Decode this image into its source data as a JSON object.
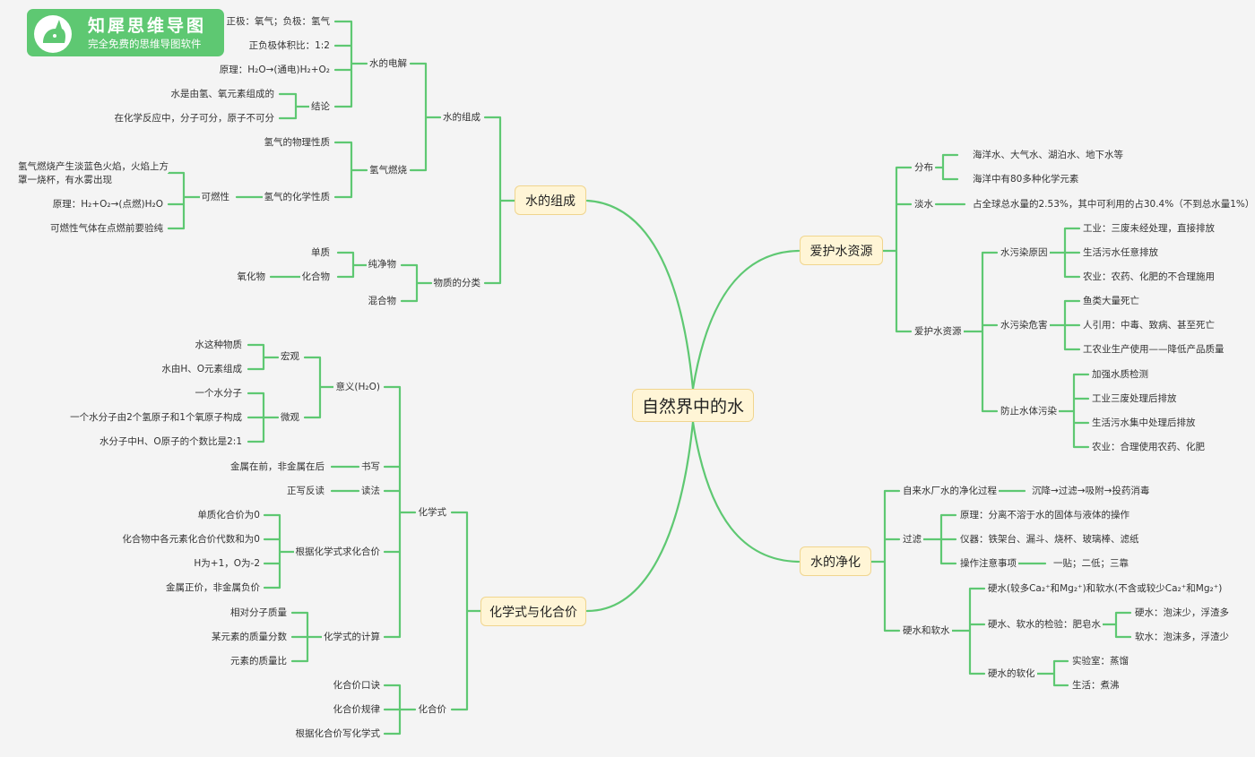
{
  "logo": {
    "title": "知犀思维导图",
    "subtitle": "完全免费的思维导图软件"
  },
  "colors": {
    "line": "#5ec872",
    "node_fill": "#fff5d6",
    "node_border": "#f0d58e",
    "background": "#f4f4f4"
  },
  "root": "自然界中的水",
  "branches": {
    "composition": {
      "label": "水的组成",
      "electrolysis": {
        "label": "水的电解",
        "items": [
          "正极：氧气；负极：氢气",
          "正负极体积比：1:2",
          "原理：H₂O→(通电)H₂+O₂"
        ],
        "conclusion": {
          "label": "结论",
          "items": [
            "水是由氢、氧元素组成的",
            "在化学反应中，分子可分，原子不可分"
          ]
        }
      },
      "sub_label": "水的组成",
      "hydrogen_burning": {
        "label": "氢气燃烧",
        "physical": "氢气的物理性质",
        "chemical": "氢气的化学性质",
        "flammability": {
          "label": "可燃性",
          "items": [
            "氢气燃烧产生淡蓝色火焰，火焰上方",
            "罩一烧杯，有水雾出现",
            "原理：H₂+O₂→(点燃)H₂O",
            "可燃性气体在点燃前要验纯"
          ]
        }
      },
      "classification": {
        "label": "物质的分类",
        "pure": "纯净物",
        "element": "单质",
        "compound": "化合物",
        "oxide": "氧化物",
        "mixture": "混合物"
      }
    },
    "formula": {
      "label": "化学式与化合价",
      "chemical_formula": {
        "label": "化学式",
        "meaning": {
          "label": "意义(H₂O)",
          "macro": {
            "label": "宏观",
            "items": [
              "水这种物质",
              "水由H、O元素组成"
            ]
          },
          "micro": {
            "label": "微观",
            "items": [
              "一个水分子",
              "一个水分子由2个氢原子和1个氧原子构成",
              "水分子中H、O原子的个数比是2:1"
            ]
          }
        },
        "writing": {
          "label": "书写",
          "item": "金属在前，非金属在后"
        },
        "reading": {
          "label": "读法",
          "item": "正写反读"
        },
        "valence_from_formula": {
          "label": "根据化学式求化合价",
          "items": [
            "单质化合价为0",
            "化合物中各元素化合价代数和为0",
            "H为+1，O为-2",
            "金属正价，非金属负价"
          ]
        },
        "calculation": {
          "label": "化学式的计算",
          "items": [
            "相对分子质量",
            "某元素的质量分数",
            "元素的质量比"
          ]
        }
      },
      "valence": {
        "label": "化合价",
        "items": [
          "化合价口诀",
          "化合价规律",
          "根据化合价写化学式"
        ]
      }
    },
    "protect": {
      "label": "爱护水资源",
      "distribution": {
        "label": "分布",
        "items": [
          "海洋水、大气水、湖泊水、地下水等",
          "海洋中有80多种化学元素"
        ]
      },
      "freshwater": {
        "label": "淡水",
        "item": "占全球总水量的2.53%，其中可利用的占30.4%（不到总水量1%）"
      },
      "protect_sub": {
        "label": "爱护水资源",
        "causes": {
          "label": "水污染原因",
          "items": [
            "工业：三废未经处理，直接排放",
            "生活污水任意排放",
            "农业：农药、化肥的不合理施用"
          ]
        },
        "harms": {
          "label": "水污染危害",
          "items": [
            "鱼类大量死亡",
            "人引用：中毒、致病、甚至死亡",
            "工农业生产使用——降低产品质量"
          ]
        },
        "prevention": {
          "label": "防止水体污染",
          "items": [
            "加强水质检测",
            "工业三废处理后排放",
            "生活污水集中处理后排放",
            "农业：合理使用农药、化肥"
          ]
        }
      }
    },
    "purify": {
      "label": "水的净化",
      "plant": {
        "label": "自来水厂水的净化过程",
        "item": "沉降→过滤→吸附→投药消毒"
      },
      "filtration": {
        "label": "过滤",
        "items": [
          "原理：分离不溶于水的固体与液体的操作",
          "仪器：铁架台、漏斗、烧杯、玻璃棒、滤纸",
          "操作注意事项"
        ],
        "notes": "一贴；二低；三靠"
      },
      "hardness": {
        "label": "硬水和软水",
        "definition": "硬水(较多Ca₂⁺和Mg₂⁺)和软水(不含或较少Ca₂⁺和Mg₂⁺)",
        "test": {
          "label": "硬水、软水的检验：肥皂水",
          "items": [
            "硬水：泡沫少，浮渣多",
            "软水：泡沫多，浮渣少"
          ]
        },
        "softening": {
          "label": "硬水的软化",
          "items": [
            "实验室：蒸馏",
            "生活：煮沸"
          ]
        }
      }
    }
  }
}
